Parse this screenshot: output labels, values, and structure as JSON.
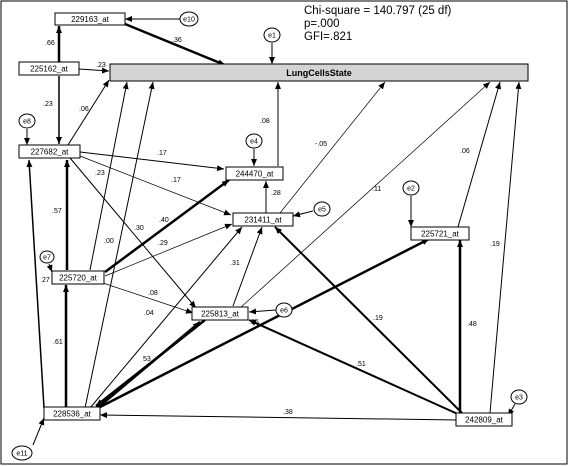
{
  "stats": {
    "line1": "Chi-square = 140.797 (25 df)",
    "line2": "p=.000",
    "line3": "GFI=.821"
  },
  "nodes": {
    "n229163": "229163_at",
    "n225162": "225162_at",
    "main": "LungCellsState",
    "n227682": "227682_at",
    "n244470": "244470_at",
    "n231411": "231411_at",
    "n225721": "225721_at",
    "n225720": "225720_at",
    "n225813": "225813_at",
    "n228536": "228536_at",
    "n242809": "242809_at"
  },
  "errors": {
    "e1": "e1",
    "e2": "e2",
    "e3": "e3",
    "e4": "e4",
    "e5": "e5",
    "e6": "e6",
    "e7": "e7",
    "e8": "e8",
    "e10": "e10",
    "e11": "e11"
  },
  "coefficients": {
    "c66": ".66",
    "c36": ".36",
    "c23a": ".23",
    "c23b": ".23",
    "c06a": ".06",
    "c17a": ".17",
    "c17b": ".17",
    "c23c": ".23",
    "c08a": ".08",
    "c05": "-.05",
    "c06b": ".06",
    "c11": ".11",
    "c28": ".28",
    "c57": ".57",
    "c40": ".40",
    "c00": ".00",
    "c30": ".30",
    "c29": ".29",
    "c27": "27",
    "c31": ".31",
    "c19a": ".19",
    "c08b": ".08",
    "c04": ".04",
    "c35": ".35",
    "c19b": ".19",
    "c61": ".61",
    "c53": "53",
    "c51": ".51",
    "c48": ".48",
    "c38": ".38"
  }
}
